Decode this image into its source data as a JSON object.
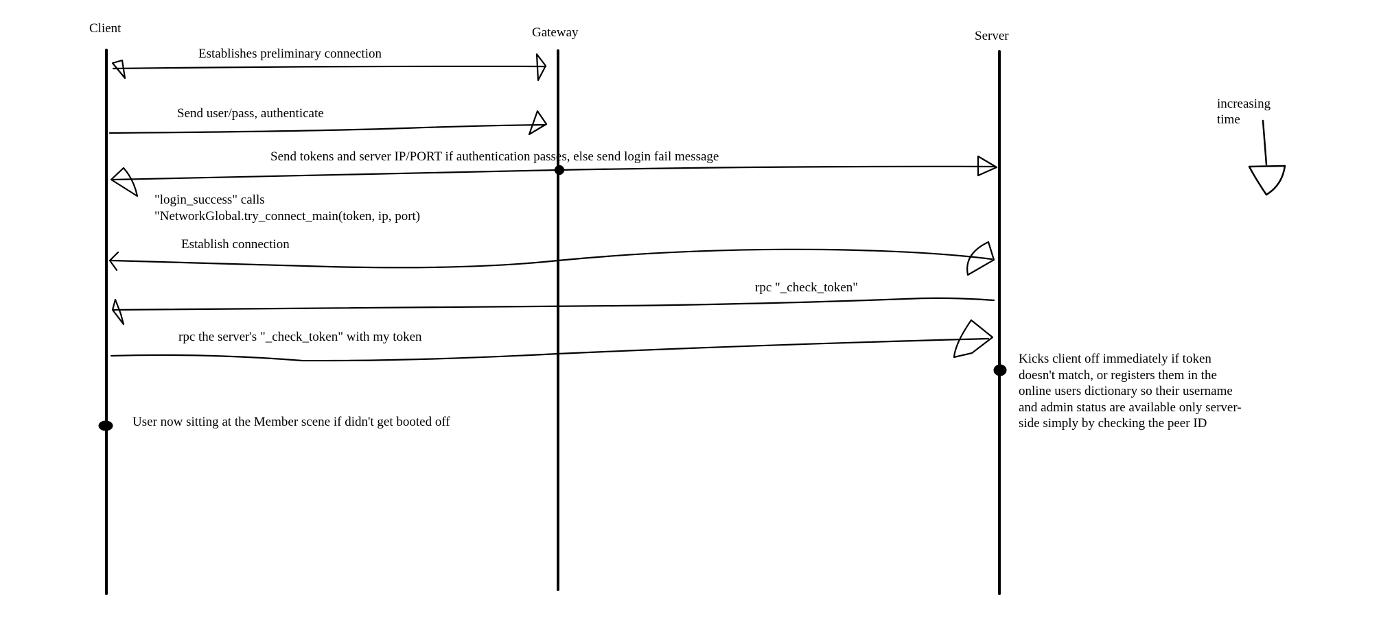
{
  "diagram": {
    "type": "sequence-diagram",
    "stroke_color": "#000000",
    "background_color": "#ffffff",
    "participants": [
      "Client",
      "Gateway",
      "Server"
    ],
    "messages": [
      {
        "text": "Establishes preliminary connection",
        "from": "Client",
        "to": "Gateway",
        "heads": "both"
      },
      {
        "text": "Send user/pass, authenticate",
        "from": "Client",
        "to": "Gateway",
        "heads": "end"
      },
      {
        "text": "Send tokens and server IP/PORT if authentication passes, else send login fail message",
        "from": "Gateway",
        "to": "Client, Server",
        "heads": "both"
      },
      {
        "text": "Establish connection",
        "from": "Client",
        "to": "Server",
        "heads": "both"
      },
      {
        "text": "rpc \"_check_token\"",
        "from": "Server",
        "to": "Client",
        "heads": "end"
      },
      {
        "text": "rpc the server's \"_check_token\" with my token",
        "from": "Client",
        "to": "Server",
        "heads": "end"
      }
    ],
    "notes": {
      "client_login": "\"login_success\" calls\n\"NetworkGlobal.try_connect_main(token, ip, port)",
      "server_check": "Kicks client off immediately if token\ndoesn't match, or registers them in the\nonline users dictionary so their username\nand admin status are available only server-\nside simply by checking the peer ID",
      "client_final": "User now sitting at the Member scene if didn't get booted off"
    },
    "time_legend": "increasing\ntime"
  }
}
